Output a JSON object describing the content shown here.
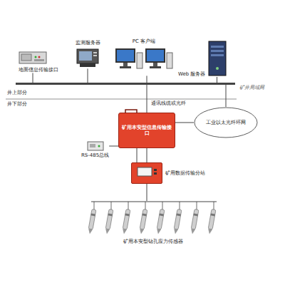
{
  "diagram": {
    "nodes": [
      {
        "text": [
          "地面信息传输接口"
        ]
      },
      {
        "text": [
          "监测服务器"
        ]
      },
      {
        "text": [
          "PC 客户端"
        ]
      },
      {
        "text": [
          "Web 服务器"
        ]
      },
      {
        "text": [
          "矿井局域网"
        ]
      },
      {
        "text": [
          "矿用本安型信息传输接口"
        ]
      },
      {
        "text": [
          "工业以太光纤环网"
        ]
      },
      {
        "text": [
          "RS-485总线"
        ]
      },
      {
        "text": [
          "矿用数据传输分站"
        ]
      },
      {
        "text": [
          "矿用本安型钻孔应力传感器"
        ]
      }
    ],
    "edges": [
      {
        "from": 0,
        "to": 4,
        "arrow": "none"
      },
      {
        "from": 1,
        "to": 4,
        "arrow": "none"
      },
      {
        "from": 2,
        "to": 4,
        "arrow": "none"
      },
      {
        "from": 3,
        "to": 4,
        "arrow": "none"
      },
      {
        "from": 4,
        "to": 5,
        "label": "通讯线缆或光纤",
        "arrow": "none"
      },
      {
        "from": 5,
        "to": 6,
        "arrow": "none"
      },
      {
        "from": 6,
        "to": 4,
        "arrow": "none"
      },
      {
        "from": 5,
        "to": 8,
        "arrow": "none"
      },
      {
        "from": 7,
        "to": 8,
        "arrow": "none"
      },
      {
        "from": 8,
        "to": 9,
        "arrow": "none"
      }
    ],
    "labels": [
      "井上部分",
      "井下部分"
    ]
  }
}
